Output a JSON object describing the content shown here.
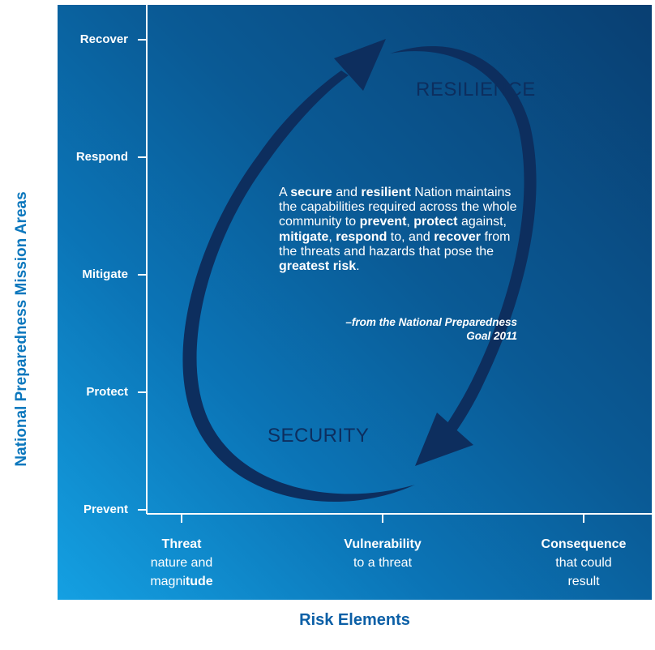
{
  "y_axis": {
    "title": "National Preparedness Mission Areas",
    "ticks": [
      "Recover",
      "Respond",
      "Mitigate",
      "Protect",
      "Prevent"
    ]
  },
  "x_axis": {
    "title": "Risk Elements",
    "categories": [
      {
        "bold": "Threat",
        "rest_line1": "nature and",
        "rest_line2_a": "magni",
        "rest_line2_b": "tude"
      },
      {
        "bold": "Vulnerability",
        "rest_line1": "to a threat"
      },
      {
        "bold": "Consequence",
        "rest_line1": "that could",
        "rest_line2_a": "result"
      }
    ]
  },
  "labels": {
    "resilience": "RESILIENCE",
    "security": "SECURITY"
  },
  "quote": {
    "p1": "A ",
    "p2": "secure",
    "p3": " and ",
    "p4": "resilient",
    "p5": " Nation maintains the capabilities required across the whole community to ",
    "p6": "prevent",
    "p7": ", ",
    "p8": "protect",
    "p9": " against, ",
    "p10": "mitigate",
    "p11": ", ",
    "p12": "respond",
    "p13": " to, and ",
    "p14": "recover",
    "p15": " from the threats and hazards that pose the ",
    "p16": "greatest risk",
    "p17": "."
  },
  "attribution": {
    "line1": "–from the National Preparedness",
    "line2": "Goal 2011"
  },
  "colors": {
    "arrow": "#0d2e5e",
    "axis_title": "#0b77bd",
    "panel_light": "#14a0e2",
    "panel_dark": "#093f72"
  }
}
